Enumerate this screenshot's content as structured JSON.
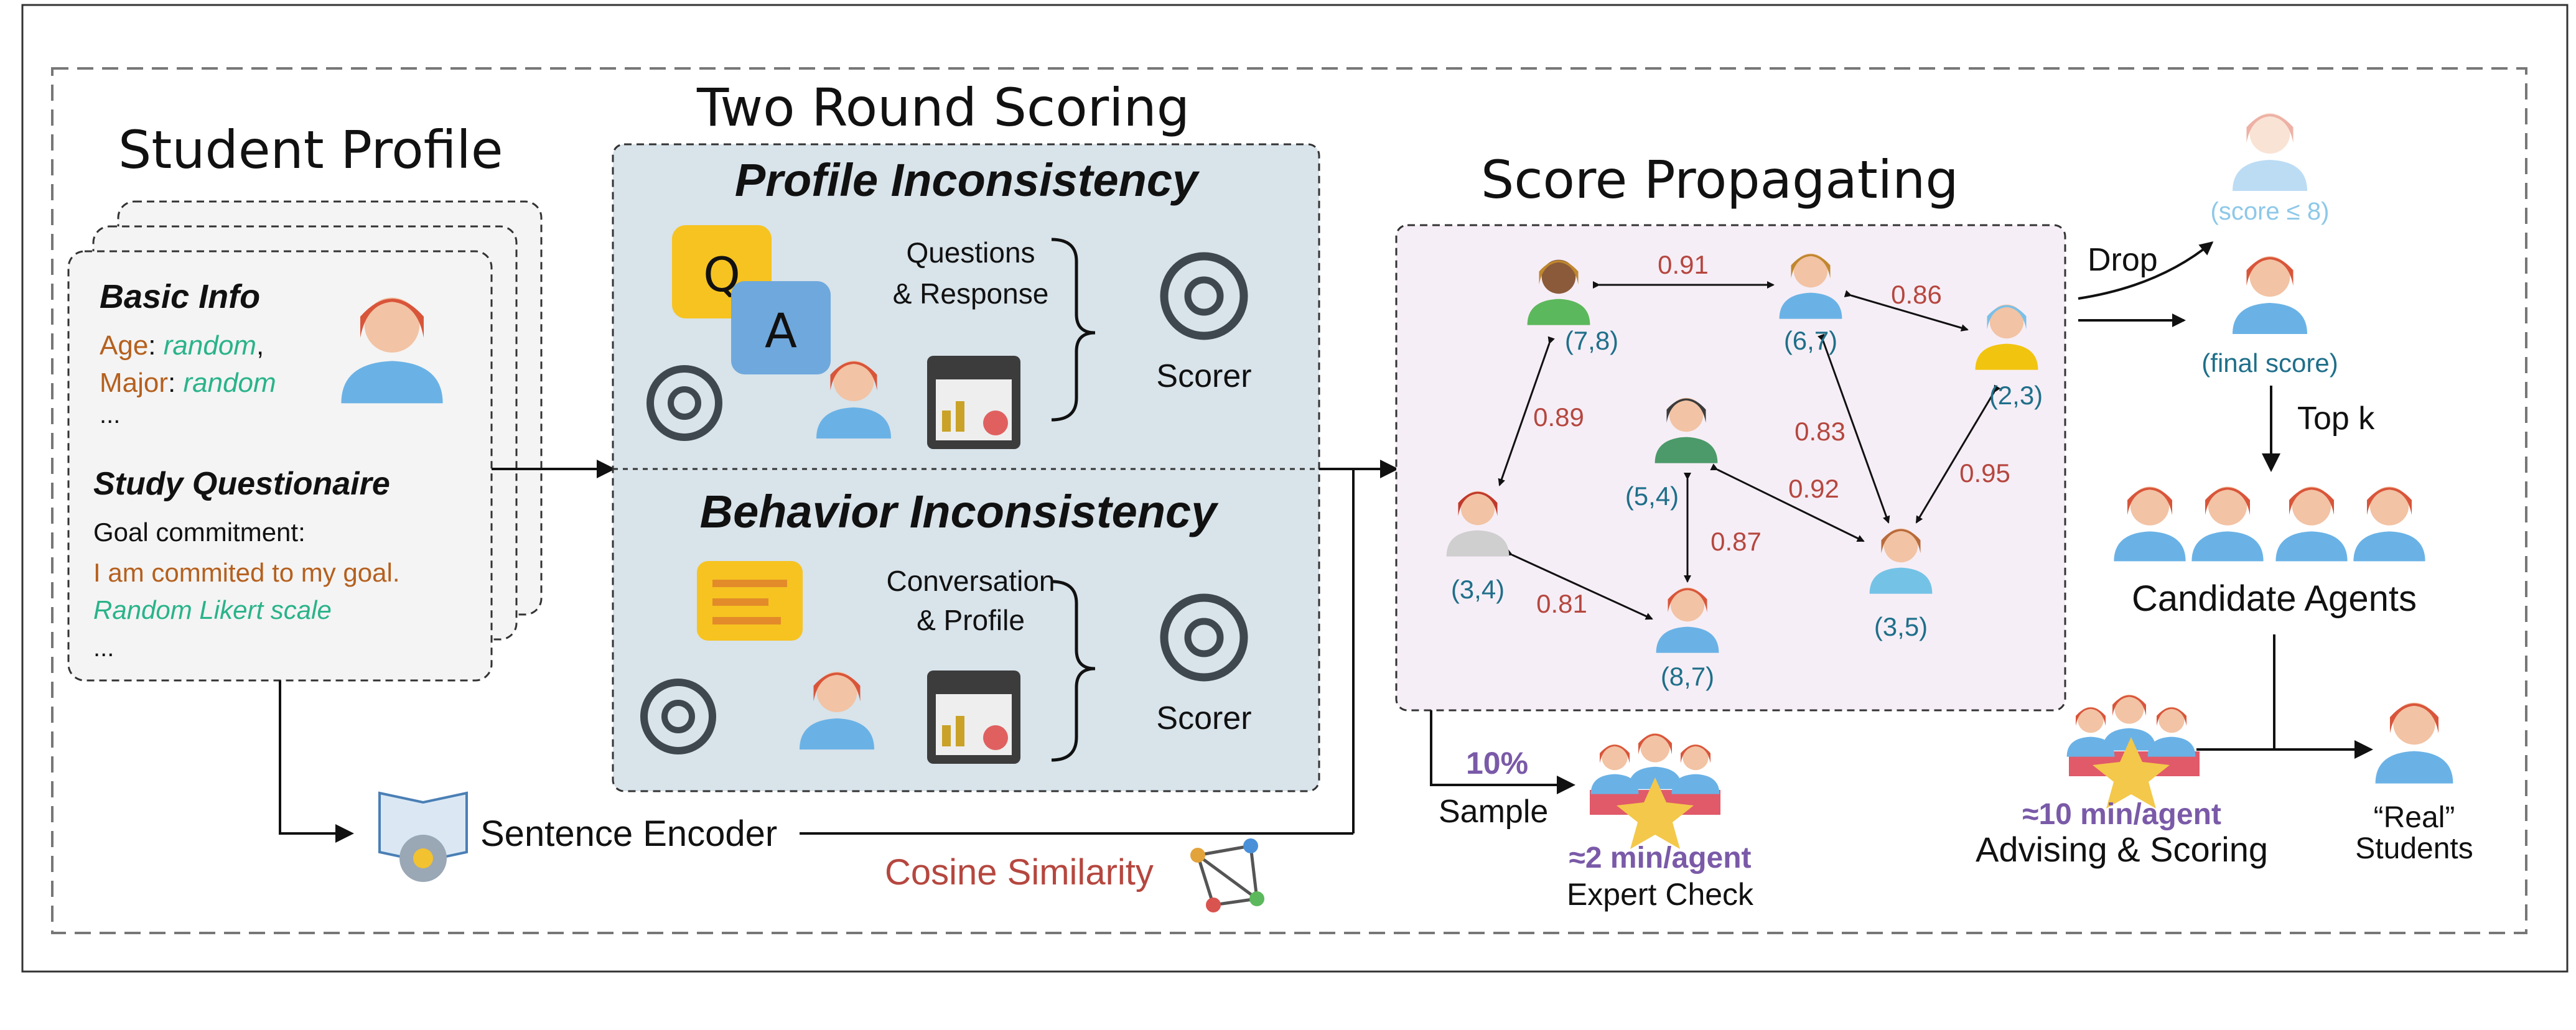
{
  "colors": {
    "edge_weight": "#b5473f",
    "node_score": "#1f6f8a",
    "field_name": "#b5601e",
    "random_value": "#2ab38a",
    "time_cost": "#7a5aa8",
    "dropped": "#8ec8e8",
    "scoring_panel_bg": "#d8e3ea",
    "graph_panel_bg": "#f6eef6"
  },
  "student_profile": {
    "title": "Student Profile",
    "basic_info_title": "Basic Info",
    "age_key": "Age",
    "age_value": "random",
    "major_key": "Major",
    "major_value": "random",
    "ellipsis1": "...",
    "questionnaire_title": "Study Questionaire",
    "goal_label": "Goal commitment:",
    "goal_item": "I am commited to my goal.",
    "likert": "Random Likert scale",
    "ellipsis2": "..."
  },
  "two_round": {
    "title": "Two Round Scoring",
    "profile_title": "Profile Inconsistency",
    "q_letter": "Q",
    "a_letter": "A",
    "qr_line1": "Questions",
    "qr_line2": "& Response",
    "scorer1": "Scorer",
    "behavior_title": "Behavior Inconsistency",
    "cp_line1": "Conversation",
    "cp_line2": "& Profile",
    "scorer2": "Scorer"
  },
  "encoder": {
    "label": "Sentence Encoder",
    "cosine": "Cosine Similarity"
  },
  "propagation": {
    "title": "Score Propagating",
    "nodes": [
      {
        "id": "n78",
        "label": "(7,8)"
      },
      {
        "id": "n67",
        "label": "(6,7)"
      },
      {
        "id": "n23",
        "label": "(2,3)"
      },
      {
        "id": "n54",
        "label": "(5,4)"
      },
      {
        "id": "n34",
        "label": "(3,4)"
      },
      {
        "id": "n87",
        "label": "(8,7)"
      },
      {
        "id": "n35",
        "label": "(3,5)"
      }
    ],
    "edges": [
      {
        "from": "n78",
        "to": "n67",
        "weight": "0.91"
      },
      {
        "from": "n67",
        "to": "n23",
        "weight": "0.86"
      },
      {
        "from": "n78",
        "to": "n34",
        "weight": "0.89"
      },
      {
        "from": "n67",
        "to": "n35",
        "weight": "0.83"
      },
      {
        "from": "n23",
        "to": "n35",
        "weight": "0.95"
      },
      {
        "from": "n54",
        "to": "n35",
        "weight": "0.92"
      },
      {
        "from": "n54",
        "to": "n87",
        "weight": "0.87"
      },
      {
        "from": "n34",
        "to": "n87",
        "weight": "0.81"
      }
    ]
  },
  "outcome": {
    "drop": "Drop",
    "dropped_score": "(score ≤ 8)",
    "final_score": "(final score)",
    "top_k": "Top k",
    "candidates": "Candidate Agents",
    "sample_pct": "10%",
    "sample": "Sample",
    "expert_time": "≈2 min/agent",
    "expert_check": "Expert Check",
    "advising_time": "≈10 min/agent",
    "advising": "Advising & Scoring",
    "real_line1": "“Real”",
    "real_line2": "Students"
  }
}
